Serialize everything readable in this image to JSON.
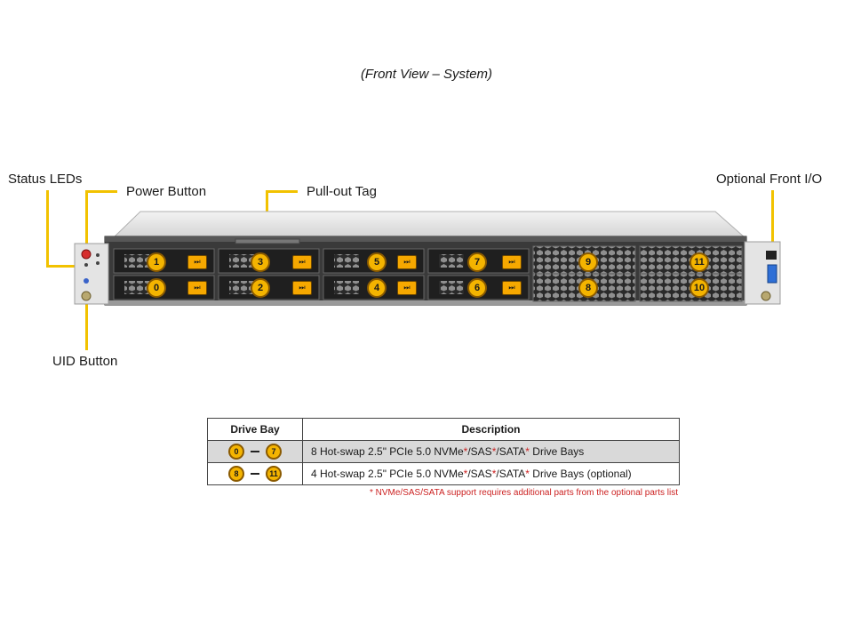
{
  "title": "(Front View – System)",
  "callouts": {
    "status_leds": "Status LEDs",
    "power_button": "Power Button",
    "pull_out_tag": "Pull-out Tag",
    "optional_front_io": "Optional Front I/O",
    "uid_button": "UID Button"
  },
  "drive_bays": {
    "top_row": [
      "1",
      "3",
      "5",
      "7",
      "9",
      "11"
    ],
    "bottom_row": [
      "0",
      "2",
      "4",
      "6",
      "8",
      "10"
    ]
  },
  "bay_tab_glyph": "⏭",
  "colors": {
    "accent": "#f2c200",
    "badge": "#f4b400",
    "footnote": "#cc2222",
    "row_shade": "#d9d9d9"
  },
  "table": {
    "headers": {
      "bay": "Drive Bay",
      "description": "Description"
    },
    "rows": [
      {
        "from": "0",
        "to": "7",
        "desc_a": "8 Hot-swap 2.5\" PCIe 5.0 NVMe",
        "star1": "*",
        "sep1": "/SAS",
        "star2": "*",
        "sep2": "/SATA",
        "star3": "*",
        "desc_b": " Drive Bays"
      },
      {
        "from": "8",
        "to": "11",
        "desc_a": "4 Hot-swap 2.5\" PCIe 5.0 NVMe",
        "star1": "*",
        "sep1": "/SAS",
        "star2": "*",
        "sep2": "/SATA",
        "star3": "*",
        "desc_b": " Drive Bays (optional)"
      }
    ]
  },
  "footnote": "* NVMe/SAS/SATA support requires additional parts from the optional parts list"
}
